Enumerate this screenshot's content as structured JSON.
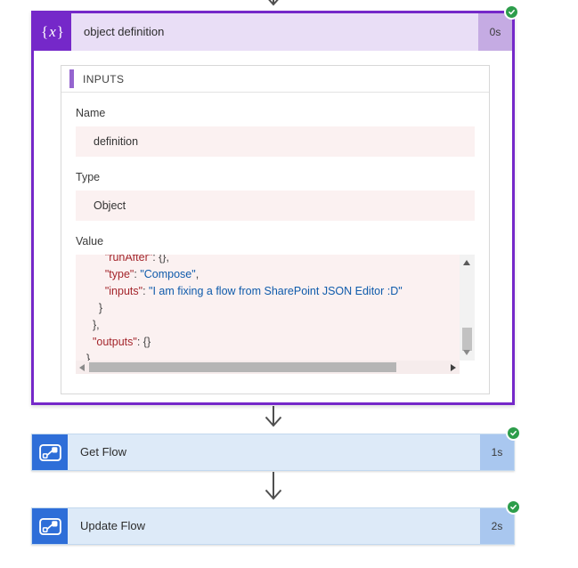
{
  "compose_action": {
    "title": "object definition",
    "icon": {
      "open": "{",
      "x": "x",
      "close": "}"
    },
    "duration": "0s",
    "status": "Succeeded",
    "inputs_panel": {
      "header": "INPUTS",
      "fields": [
        {
          "label": "Name",
          "value": "definition"
        },
        {
          "label": "Type",
          "value": "Object"
        }
      ],
      "value_field": {
        "label": "Value",
        "code_lines": [
          [
            {
              "t": "p",
              "s": "      "
            },
            {
              "t": "key",
              "s": "\"runAfter\""
            },
            {
              "t": "p",
              "s": ": {},"
            }
          ],
          [
            {
              "t": "p",
              "s": "      "
            },
            {
              "t": "key",
              "s": "\"type\""
            },
            {
              "t": "p",
              "s": ": "
            },
            {
              "t": "str",
              "s": "\"Compose\""
            },
            {
              "t": "p",
              "s": ","
            }
          ],
          [
            {
              "t": "p",
              "s": "      "
            },
            {
              "t": "key",
              "s": "\"inputs\""
            },
            {
              "t": "p",
              "s": ": "
            },
            {
              "t": "str",
              "s": "\"I am fixing a flow from SharePoint JSON Editor :D\""
            }
          ],
          [
            {
              "t": "p",
              "s": "    }"
            }
          ],
          [
            {
              "t": "p",
              "s": "  },"
            }
          ],
          [
            {
              "t": "p",
              "s": "  "
            },
            {
              "t": "key",
              "s": "\"outputs\""
            },
            {
              "t": "p",
              "s": ": {}"
            }
          ],
          [
            {
              "t": "p",
              "s": "}"
            }
          ]
        ]
      }
    }
  },
  "actions": [
    {
      "title": "Get Flow",
      "duration": "1s",
      "status": "Succeeded"
    },
    {
      "title": "Update Flow",
      "duration": "2s",
      "status": "Succeeded"
    }
  ],
  "colors": {
    "compose_accent": "#7528c9",
    "compose_header_bg": "#e9def6",
    "compose_duration_bg": "#c5abe3",
    "flow_icon_blue": "#2e6ed8",
    "flow_card_bg": "#ddeaf8",
    "flow_duration_bg": "#a9c7ef",
    "success_green": "#2d9d4b",
    "raw_value_bg": "#fbf1f1",
    "json_key": "#a4262c",
    "json_string": "#0f5bab"
  }
}
